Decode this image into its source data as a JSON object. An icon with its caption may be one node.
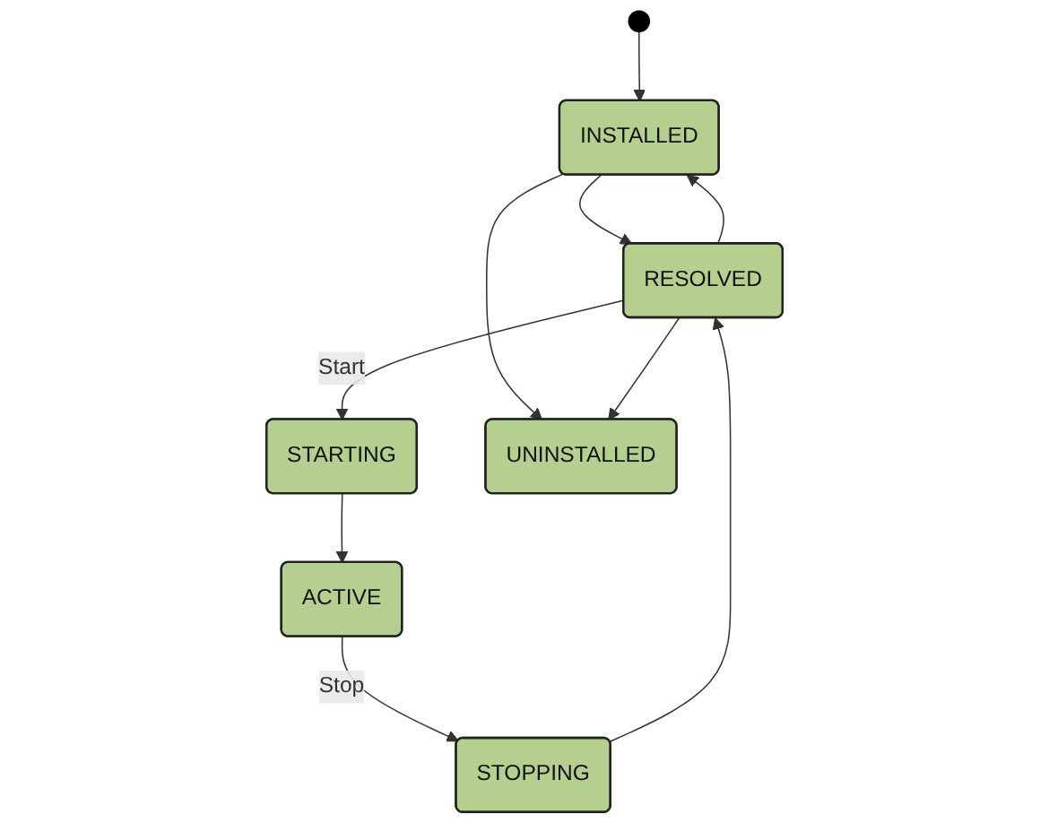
{
  "diagram": {
    "nodes": [
      {
        "text": [],
        "shape": "circle"
      },
      {
        "text": [
          "STARTING"
        ]
      },
      {
        "text": [
          "INSTALLED"
        ]
      },
      {
        "text": [
          "ACTIVE"
        ]
      },
      {
        "text": [
          "RESOLVED"
        ]
      },
      {
        "text": [
          "STOPPING"
        ]
      },
      {
        "text": [
          "UNINSTALLED"
        ]
      }
    ],
    "edges": [
      {
        "from": 0,
        "to": 2,
        "arrow": "to"
      },
      {
        "from": 1,
        "to": 3,
        "arrow": "to"
      },
      {
        "from": 2,
        "to": 4,
        "arrow": "to"
      },
      {
        "from": 4,
        "to": 2,
        "arrow": "to"
      },
      {
        "from": 3,
        "to": 5,
        "label": "Stop",
        "arrow": "to"
      },
      {
        "from": 4,
        "to": 1,
        "label": "Start",
        "arrow": "to"
      },
      {
        "from": 5,
        "to": 4,
        "arrow": "to"
      },
      {
        "from": 2,
        "to": 6,
        "arrow": "to"
      },
      {
        "from": 4,
        "to": 6,
        "arrow": "to"
      }
    ]
  }
}
